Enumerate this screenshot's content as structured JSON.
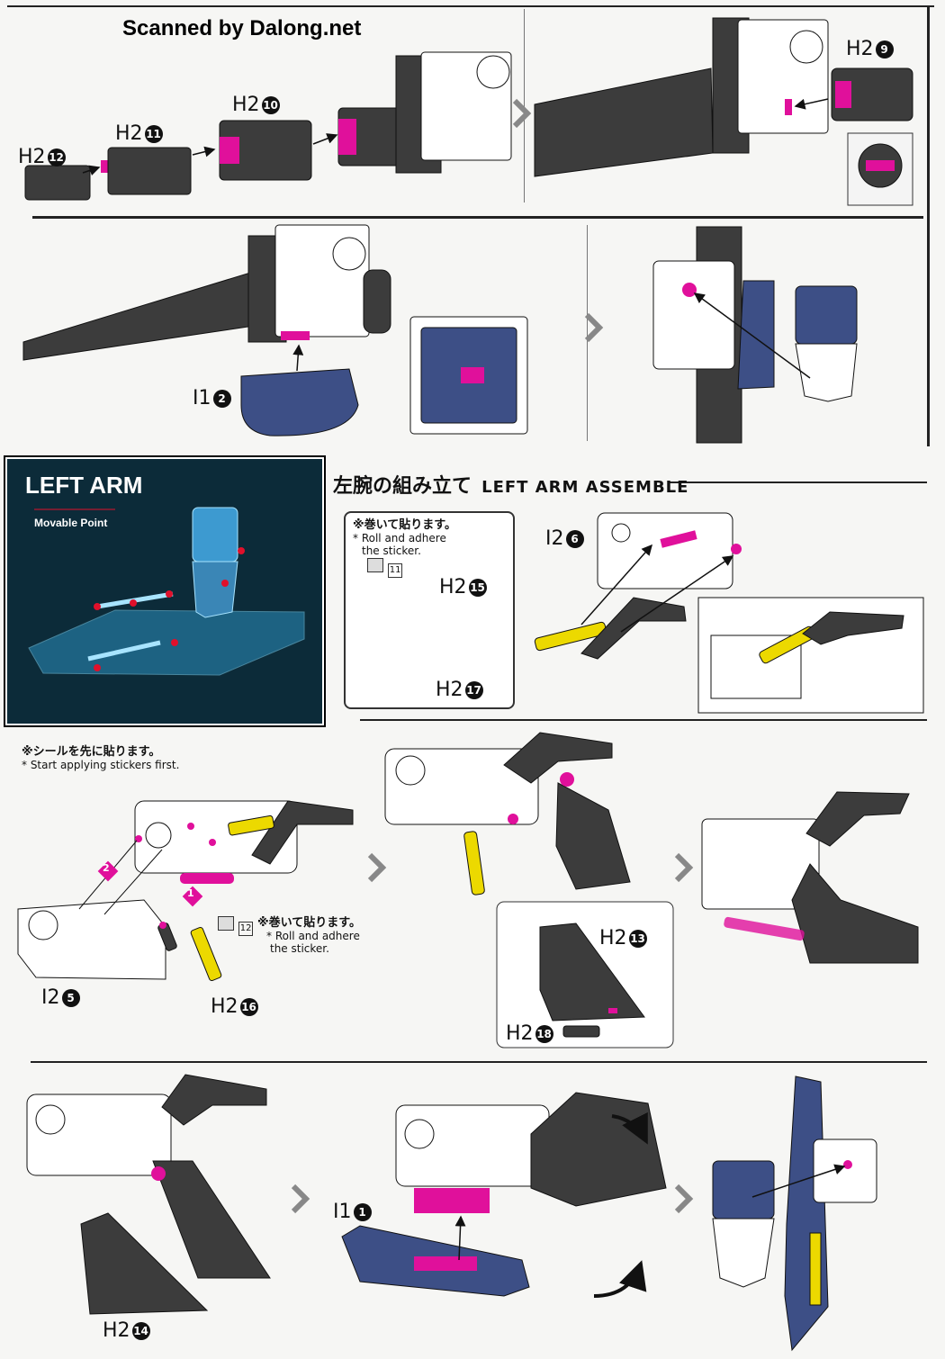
{
  "scan_credit": "Scanned by Dalong.net",
  "colors": {
    "part_gray": "#3c3c3c",
    "part_white": "#ffffff",
    "part_navy": "#3d4f86",
    "highlight_magenta": "#e0109b",
    "accent_yellow": "#ecd900",
    "panel_blue": "#0c2b39"
  },
  "step1": {
    "part_h2_12": {
      "code": "H2",
      "num": "12"
    },
    "part_h2_11": {
      "code": "H2",
      "num": "11"
    },
    "part_h2_10": {
      "code": "H2",
      "num": "10"
    },
    "part_h2_9": {
      "code": "H2",
      "num": "9"
    }
  },
  "step2": {
    "part_i1_2": {
      "code": "I1",
      "num": "2"
    }
  },
  "left_arm_panel": {
    "title": "LEFT ARM",
    "subtitle": "Movable Point"
  },
  "assemble_header": {
    "jp": "左腕の組み立て",
    "en": "LEFT ARM ASSEMBLE"
  },
  "step3": {
    "note_jp": "※巻いて貼ります。",
    "note_en_1": "* Roll and adhere",
    "note_en_2": "the sticker.",
    "sticker_num": "11",
    "part_h2_15": {
      "code": "H2",
      "num": "15"
    },
    "part_h2_17": {
      "code": "H2",
      "num": "17"
    },
    "part_i2_6": {
      "code": "I2",
      "num": "6"
    }
  },
  "step4": {
    "note_jp": "※シールを先に貼ります。",
    "note_en": "* Start applying stickers first.",
    "order_1": "1",
    "order_2": "2",
    "sticker_num": "12",
    "roll_jp": "※巻いて貼ります。",
    "roll_en_1": "* Roll and adhere",
    "roll_en_2": "the sticker.",
    "part_i2_5": {
      "code": "I2",
      "num": "5"
    },
    "part_h2_16": {
      "code": "H2",
      "num": "16"
    },
    "part_h2_13": {
      "code": "H2",
      "num": "13"
    },
    "part_h2_18": {
      "code": "H2",
      "num": "18"
    }
  },
  "step5": {
    "part_h2_14": {
      "code": "H2",
      "num": "14"
    },
    "part_i1_1": {
      "code": "I1",
      "num": "1"
    }
  }
}
